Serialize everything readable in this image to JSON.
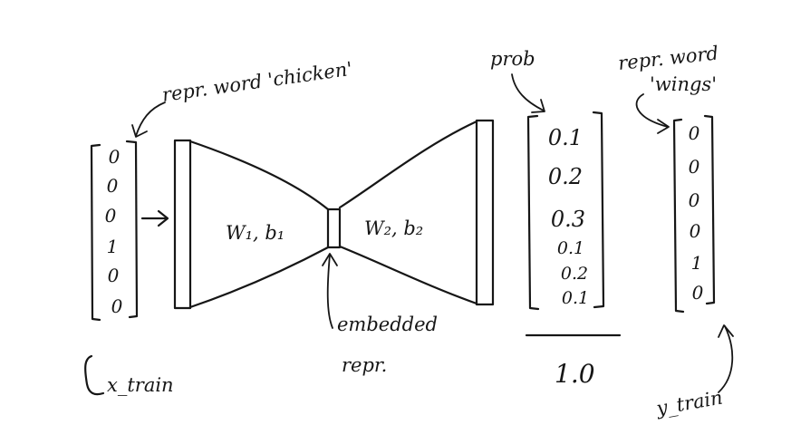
{
  "labels": {
    "input_word": "repr. word 'chicken'",
    "output_word_line1": "repr. word",
    "output_word_line2": "'wings'",
    "prob": "prob",
    "layer1_params": "W₁, b₁",
    "layer2_params": "W₂, b₂",
    "embedded_line1": "embedded",
    "embedded_line2": "repr.",
    "x_train": "x_train",
    "y_train": "y_train",
    "prob_sum": "1.0"
  },
  "x_train_vector": [
    "0",
    "0",
    "0",
    "1",
    "0",
    "0"
  ],
  "prob_vector": [
    "0.1",
    "0.2",
    "0.3",
    "0.1",
    "0.2",
    "0.1"
  ],
  "y_train_vector": [
    "0",
    "0",
    "0",
    "0",
    "1",
    "0"
  ]
}
